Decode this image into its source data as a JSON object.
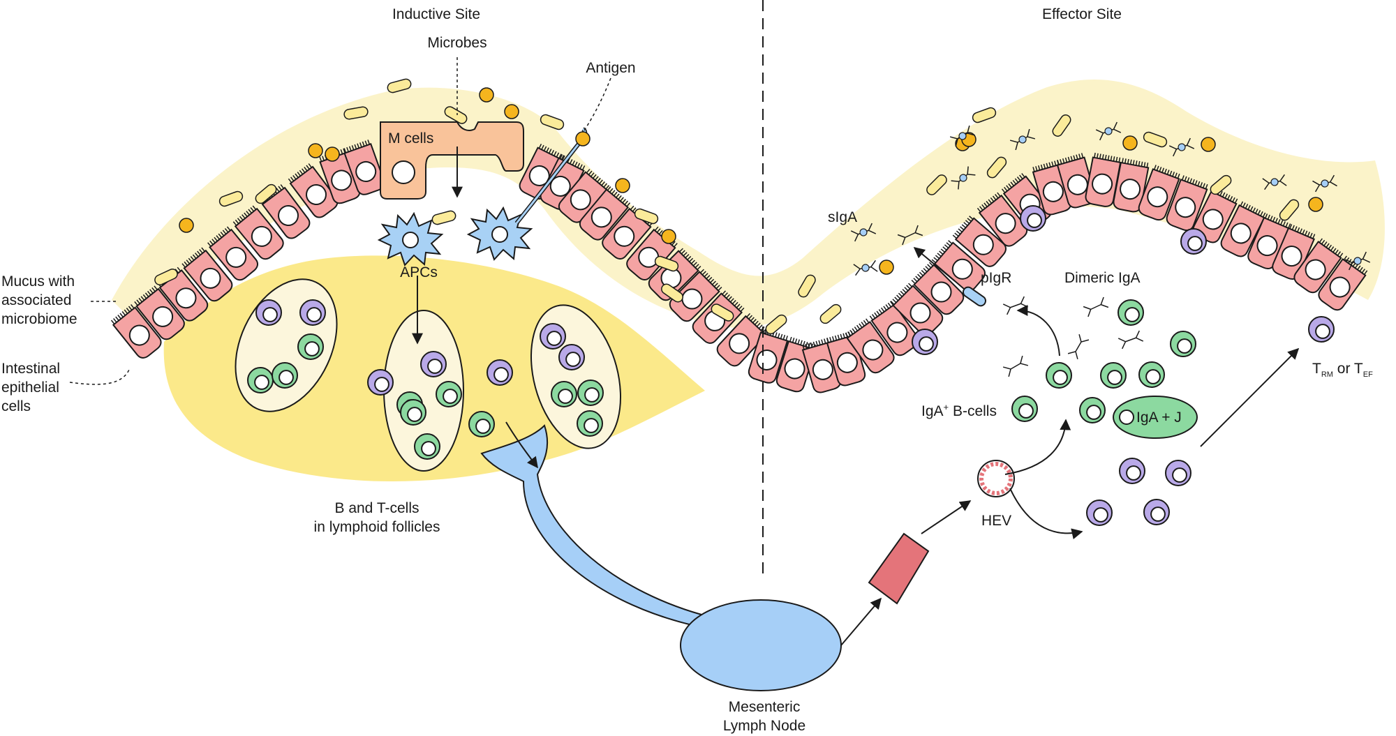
{
  "sections": {
    "inductive": "Inductive Site",
    "effector": "Effector Site"
  },
  "labels": {
    "microbes": "Microbes",
    "antigen": "Antigen",
    "m_cells": "M cells",
    "apcs": "APCs",
    "mucus": [
      "Mucus with",
      "associated",
      "microbiome"
    ],
    "epithelial": [
      "Intestinal",
      "epithelial",
      "cells"
    ],
    "follicles": [
      "B and T-cells",
      "in lymphoid follicles"
    ],
    "lymph_node": [
      "Mesenteric",
      "Lymph Node"
    ],
    "siga": "sIgA",
    "pigr": "pIgR",
    "dimeric_iga": "Dimeric IgA",
    "iga_b_cells_pre": "IgA",
    "iga_b_cells_sup": "+",
    "iga_b_cells_post": " B-cells",
    "iga_j": "IgA + J",
    "hev": "HEV",
    "t_cells": {
      "t1": "T",
      "s1": "RM",
      "mid": " or T",
      "s2": "EF"
    }
  },
  "colors": {
    "mucus": "#fbf3c9",
    "follicle_zone": "#fbe98a",
    "epithelium": "#f4a3a3",
    "epithelium_stroke": "#1a1a1a",
    "m_cell": "#f9c39a",
    "apc": "#a8d1f5",
    "lymph": "#a6cff7",
    "b_cell": "#8cd9a0",
    "t_cell": "#b9a9e8",
    "microbe_rod": "#fbeb9a",
    "microbe_coccus": "#f5b51e",
    "vessel": "#e4747a"
  }
}
